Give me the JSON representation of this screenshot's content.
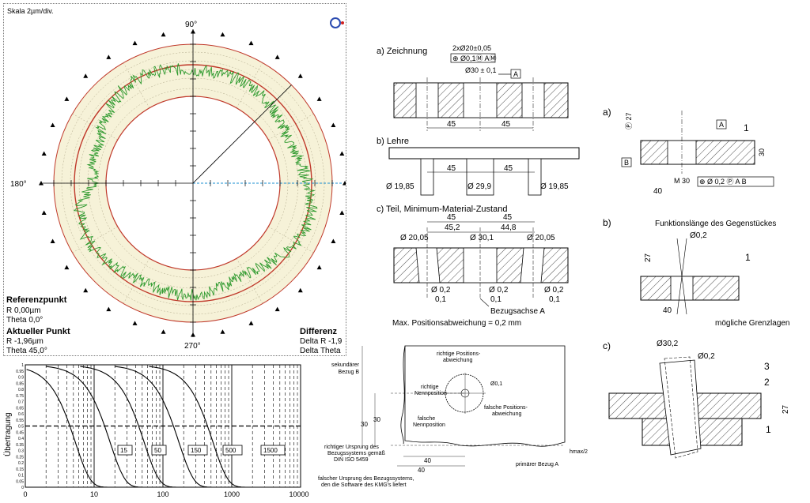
{
  "polar": {
    "scale": "Skala 2µm/div.",
    "angle_top": "90°",
    "angle_left": "180°",
    "angle_bottom": "270°",
    "ref_title": "Referenzpunkt",
    "ref_r": "R 0,00µm",
    "ref_theta": "Theta 0,0°",
    "cur_title": "Aktueller Punkt",
    "cur_r": "R -1,96µm",
    "cur_theta": "Theta 45,0°",
    "diff_title": "Differenz",
    "diff_r": "Delta R -1,9",
    "diff_theta": "Delta Theta",
    "colors": {
      "band": "#f6f2d8",
      "red": "#c0392b",
      "trace": "#2e9a2e",
      "cursor": "#1a8fd0"
    }
  },
  "transfer": {
    "ylabel": "Übertragung",
    "yticks": [
      "1",
      "0.95",
      "0.9",
      "0.85",
      "0.8",
      "0.75",
      "0.7",
      "0.65",
      "0.6",
      "0.55",
      "0.5",
      "0.45",
      "0.4",
      "0.35",
      "0.3",
      "0.25",
      "0.2",
      "0.15",
      "0.1",
      "0.05",
      "0"
    ],
    "xticks": [
      "0",
      "10",
      "100",
      "1000",
      "10000"
    ],
    "curve_labels": [
      "15",
      "50",
      "150",
      "500",
      "1500"
    ]
  },
  "drawing_a": {
    "a_label": "a)  Zeichnung",
    "dim_holes": "2xØ20±0,05",
    "fcf1": "⊕ Ø0,1Ⓜ AⓂ",
    "dim_center": "Ø30 ± 0,1",
    "datum_a": "A",
    "dim45_1": "45",
    "dim45_2": "45",
    "b_label": "b)  Lehre",
    "b45_1": "45",
    "b45_2": "45",
    "b_d1": "Ø 19,85",
    "b_d2": "Ø 29,9",
    "b_d3": "Ø 19,85",
    "c_label": "c)  Teil, Minimum-Material-Zustand",
    "c45_1": "45",
    "c45_2": "45",
    "c45_3": "45,2",
    "c45_4": "44,8",
    "c_d1": "Ø 20,05",
    "c_d2": "Ø 30,1",
    "c_d3": "Ø 20,05",
    "c_t1": "Ø 0,2",
    "c_t2": "Ø 0,2",
    "c_t3": "Ø 0,2",
    "c_s1": "0,1",
    "c_s2": "0,1",
    "c_s3": "0,1",
    "bezug": "Bezugsachse A",
    "max_pos": "Max. Positionsabweichung = 0,2 mm"
  },
  "cmm": {
    "sek": "sekundärer",
    "sek2": "Bezug B",
    "richtige_pos": "richtige Positions-",
    "richtige_pos2": "abweichung",
    "richtige_nenn": "richtige",
    "richtige_nenn2": "Nennposition",
    "falsche_nenn": "falsche",
    "falsche_nenn2": "Nennposition",
    "falsche_pos": "falsche Positions-",
    "falsche_pos2": "abweichung",
    "d01": "Ø0,1",
    "dim30a": "30",
    "dim30b": "30",
    "dim40a": "40",
    "dim40b": "40",
    "hmax": "hmax/2",
    "rich_urs": "richtiger Ursprung des",
    "rich_urs2": "Bezugssystems gemäß",
    "rich_urs3": "DIN ISO 5459",
    "prim": "primärer Bezug A",
    "fal_urs": "falscher Ursprung des Bezugssystems,",
    "fal_urs2": "den die Software des KMG's liefert"
  },
  "right": {
    "a_label": "a)",
    "p27": "Ⓟ 27",
    "datum_a": "A",
    "datum_b": "B",
    "one_a": "1",
    "dim30": "30",
    "m30": "M 30",
    "fcf": "⊕ Ø 0,2 Ⓟ  A  B",
    "dim40": "40",
    "b_label": "b)",
    "funk": "Funktionslänge des Gegenstückes",
    "b_d02": "Ø0,2",
    "b_27": "27",
    "one_b": "1",
    "b_40": "40",
    "grenz": "mögliche Grenzlagen",
    "c_label": "c)",
    "c_d302": "Ø30,2",
    "c_d02": "Ø0,2",
    "three": "3",
    "two": "2",
    "c_27": "27",
    "one_c": "1"
  }
}
